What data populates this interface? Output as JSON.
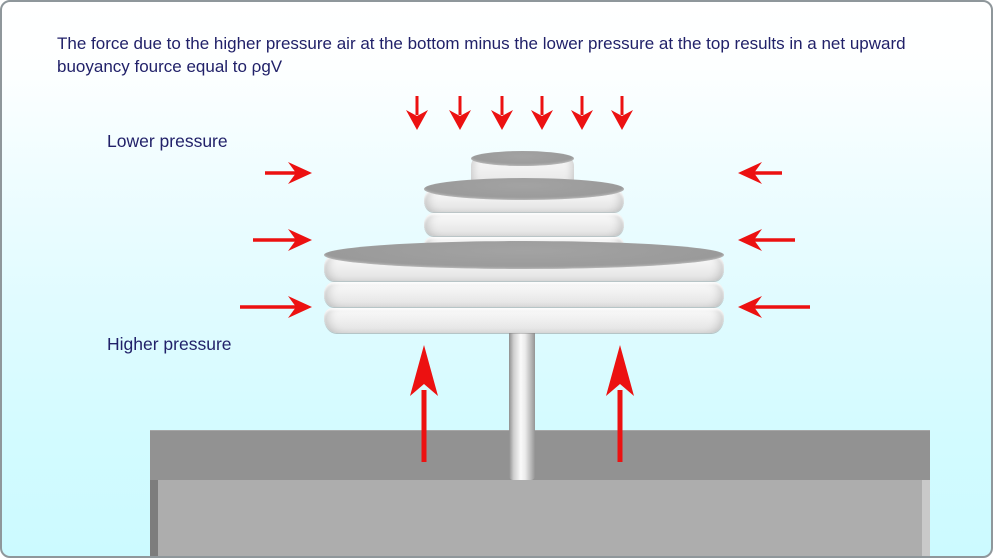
{
  "title": {
    "text": "The force due to the higher pressure air at the bottom minus the lower pressure at the top results in a net upward buoyancy fource equal to ρgV"
  },
  "labels": {
    "lower_pressure": "Lower pressure",
    "higher_pressure": "Higher pressure"
  },
  "scene": {
    "object": "stack of gray discs resting on a thin rod above a gray base block",
    "arrow_color": "#ec1111",
    "text_color": "#212169",
    "background_top_color": "#ffffff",
    "background_bottom_color": "#ccfaff",
    "disc_color": "#ededed",
    "disc_top_color": "#9b9b9b",
    "base_top_color": "#929292",
    "base_front_color": "#adadad",
    "arrows": {
      "top_down_count": 6,
      "left_pointing_right_count": 3,
      "right_pointing_left_count": 3,
      "bottom_up_count": 2
    }
  }
}
